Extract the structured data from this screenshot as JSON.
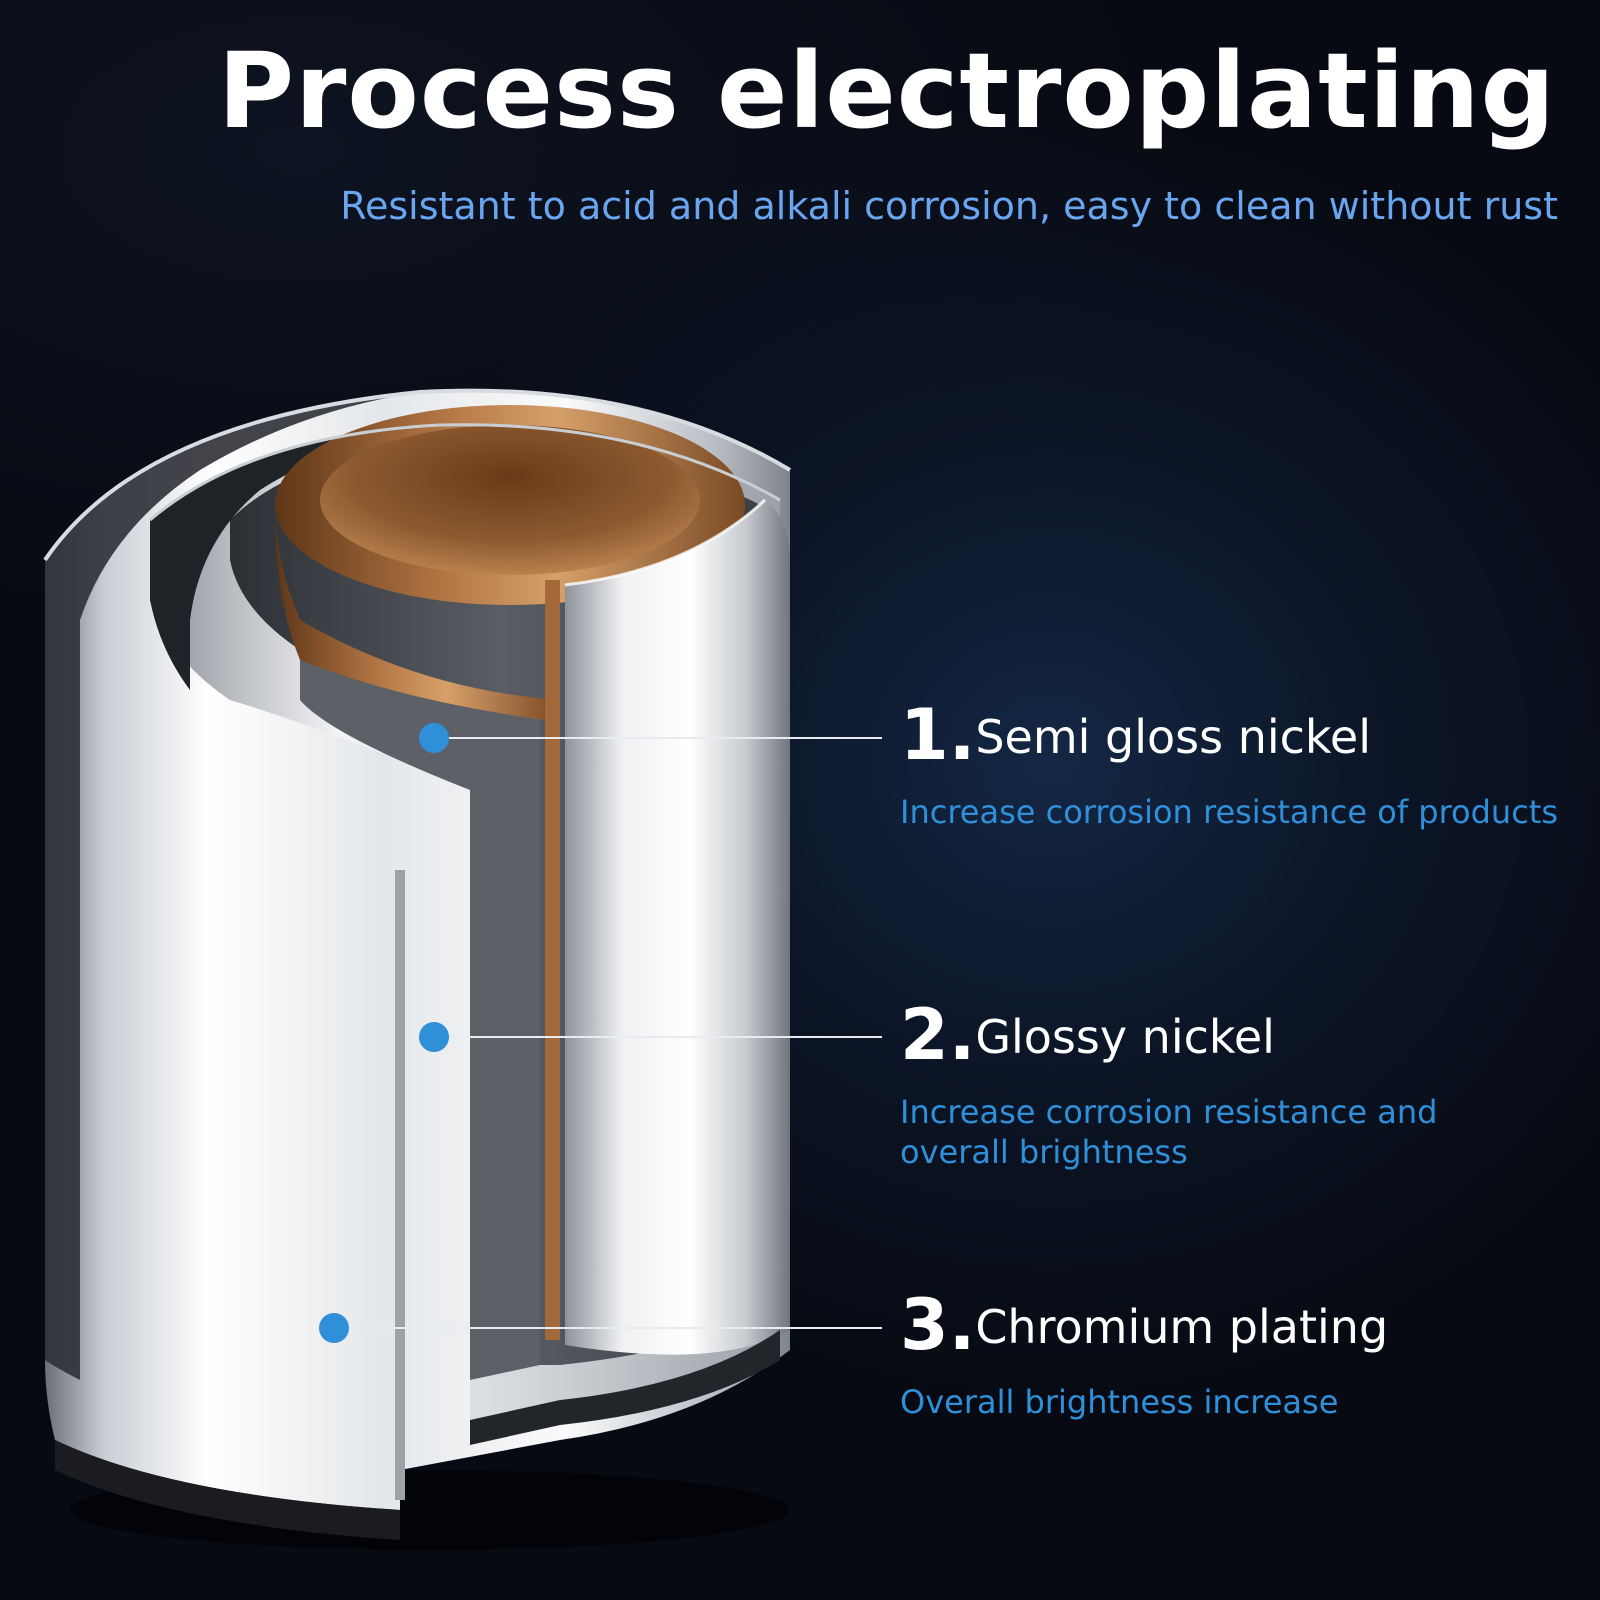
{
  "header": {
    "title": "Process electroplating",
    "subtitle": "Resistant to acid and alkali corrosion, easy to clean without rust"
  },
  "layers": [
    {
      "number": "1.",
      "name": "Semi gloss nickel",
      "description": [
        "Increase corrosion resistance of products"
      ]
    },
    {
      "number": "2.",
      "name": "Glossy nickel",
      "description": [
        "Increase corrosion resistance and",
        "overall brightness"
      ]
    },
    {
      "number": "3.",
      "name": "Chromium plating",
      "description": [
        "Overall brightness increase"
      ]
    }
  ],
  "colors": {
    "background": "#070a12",
    "title": "#ffffff",
    "subtitle": "#6aa6f0",
    "accent_dot": "#2f8fd8",
    "description": "#2f8fd8",
    "copper": "#b07443",
    "chrome": "#e9ecef"
  }
}
